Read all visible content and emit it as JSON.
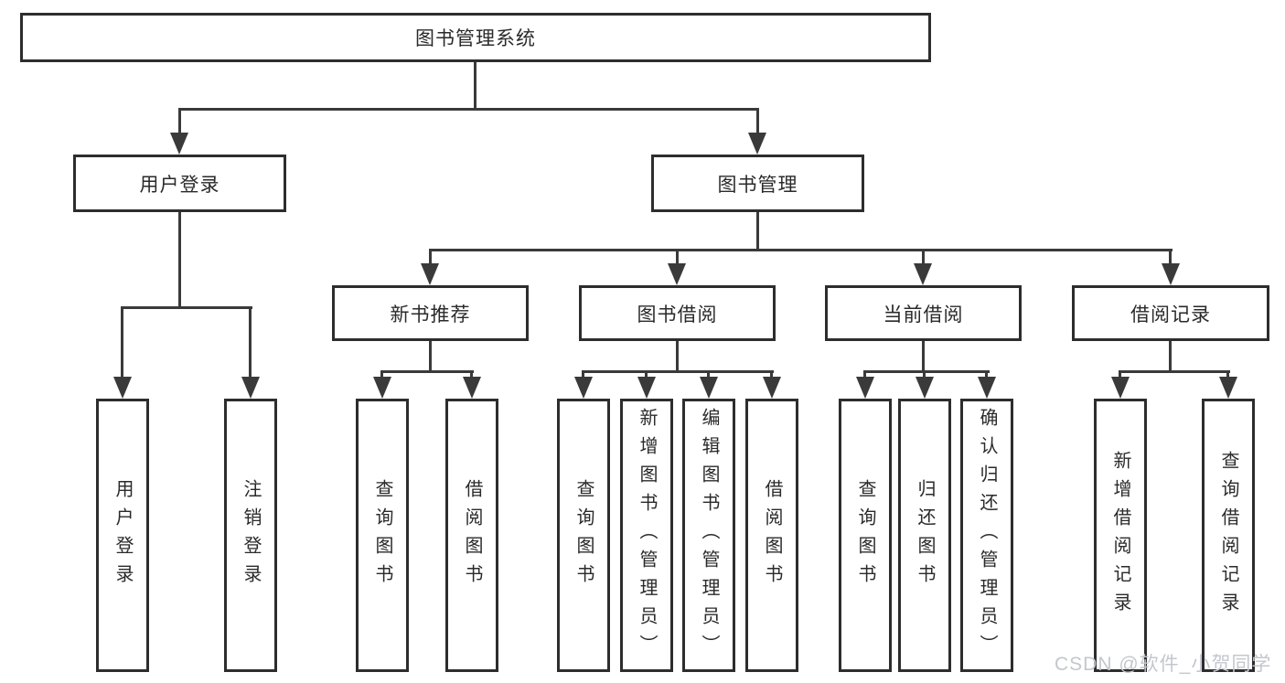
{
  "diagram": {
    "nodes": {
      "root": "图书管理系统",
      "user_login": "用户登录",
      "book_mgmt": "图书管理",
      "new_book_rec": "新书推荐",
      "book_borrow": "图书借阅",
      "current_borrow": "当前借阅",
      "borrow_record": "借阅记录",
      "leaf_user_login": "用户登录",
      "leaf_logout": "注销登录",
      "leaf_query_book_a": "查询图书",
      "leaf_borrow_book_a": "借阅图书",
      "leaf_query_book_b": "查询图书",
      "leaf_add_book_admin": "新增图书（管理员）",
      "leaf_edit_book_admin": "编辑图书（管理员）",
      "leaf_borrow_book_b": "借阅图书",
      "leaf_query_book_c": "查询图书",
      "leaf_return_book": "归还图书",
      "leaf_confirm_return_admin": "确认归还（管理员）",
      "leaf_add_record": "新增借阅记录",
      "leaf_query_record": "查询借阅记录"
    }
  },
  "watermark": {
    "text": "CSDN @软件_小贺同学",
    "color": "#c3c7ce"
  },
  "colors": {
    "line": "#3a3a3a",
    "box_border": "#2d2d2d",
    "text": "#2a2a2a",
    "background": "#ffffff"
  }
}
